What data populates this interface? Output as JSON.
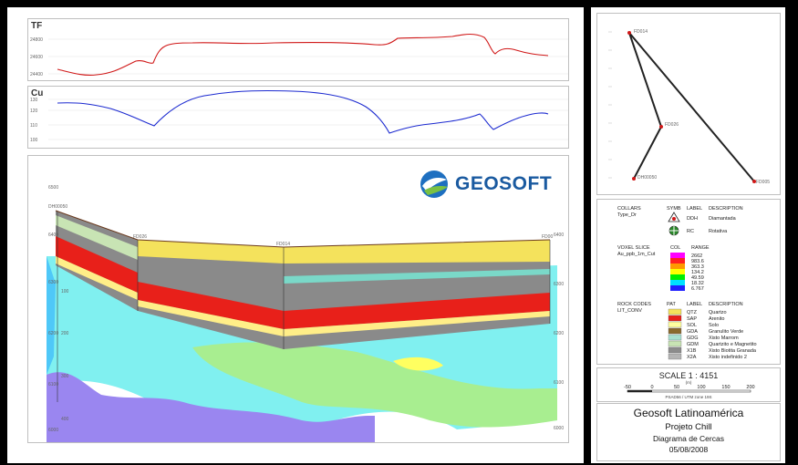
{
  "profiles": {
    "tf": {
      "label": "TF",
      "ticks": [
        "24800",
        "24600",
        "24400"
      ]
    },
    "cu": {
      "label": "Cu",
      "ticks": [
        "130",
        "120",
        "110",
        "100"
      ]
    }
  },
  "section": {
    "logo_text": "GEOSOFT",
    "collar_labels": [
      "DH00050",
      "FD026",
      "FD014",
      "FD00"
    ],
    "depth_labels": [
      "100",
      "200",
      "300",
      "400"
    ],
    "right_labels": [
      "6400",
      "6300",
      "6200",
      "6100",
      "6000"
    ],
    "left_labels": [
      "6500",
      "6400",
      "6300",
      "6200",
      "6100",
      "6000"
    ]
  },
  "plan_map": {
    "points": [
      "FD014",
      "FD026",
      "DH00050",
      "FD005"
    ]
  },
  "legend": {
    "collars": {
      "title": "COLLARS",
      "type": "Type_Dr",
      "headers": [
        "SYMB",
        "LABEL",
        "DESCRIPTION"
      ],
      "items": [
        {
          "label": "DDH",
          "description": "Diamantada"
        },
        {
          "label": "RC",
          "description": "Rotativa"
        }
      ]
    },
    "voxel": {
      "title": "VOXEL SLICE",
      "field": "Au_ppb_1m_Cut",
      "headers": [
        "COL",
        "RANGE"
      ],
      "colors": [
        "#ff00ff",
        "#ff2020",
        "#ff9900",
        "#ffff00",
        "#00ee00",
        "#00e0ff",
        "#2020ff"
      ],
      "ranges": [
        "2662",
        "983.6",
        "363.3",
        "134.2",
        "49.59",
        "18.32",
        "6.767"
      ]
    },
    "rocks": {
      "title": "ROCK CODES",
      "field": "LIT_CONV",
      "headers": [
        "PAT",
        "LABEL",
        "DESCRIPTION"
      ],
      "items": [
        {
          "label": "QTZ",
          "description": "Quartzo",
          "color": "#f4e25c"
        },
        {
          "label": "SAP",
          "description": "Arenito",
          "color": "#e8201a"
        },
        {
          "label": "SOL",
          "description": "Solo",
          "color": "#ffffa0"
        },
        {
          "label": "GDA",
          "description": "Granulito Verde",
          "color": "#8a6a2e"
        },
        {
          "label": "GDG",
          "description": "Xisto Marrom",
          "color": "#a8e0d0"
        },
        {
          "label": "GDM",
          "description": "Quartzito e Magnetito",
          "color": "#c8e4b4"
        },
        {
          "label": "X1B",
          "description": "Xisto Biotita Granada",
          "color": "#8c8c8c"
        },
        {
          "label": "X2A",
          "description": "Xisto indefinido 2",
          "color": "#b4b4b4"
        }
      ]
    }
  },
  "scale": {
    "title": "SCALE  1 : 4151",
    "unit": "(m)",
    "ticks": [
      "-50",
      "0",
      "50",
      "100",
      "150",
      "200"
    ],
    "datum": "PSAD56 / UTM zone 19S"
  },
  "title_block": {
    "company": "Geosoft Latinoamérica",
    "project": "Projeto Chill",
    "subtitle": "Diagrama de Cercas",
    "date": "05/08/2008"
  }
}
